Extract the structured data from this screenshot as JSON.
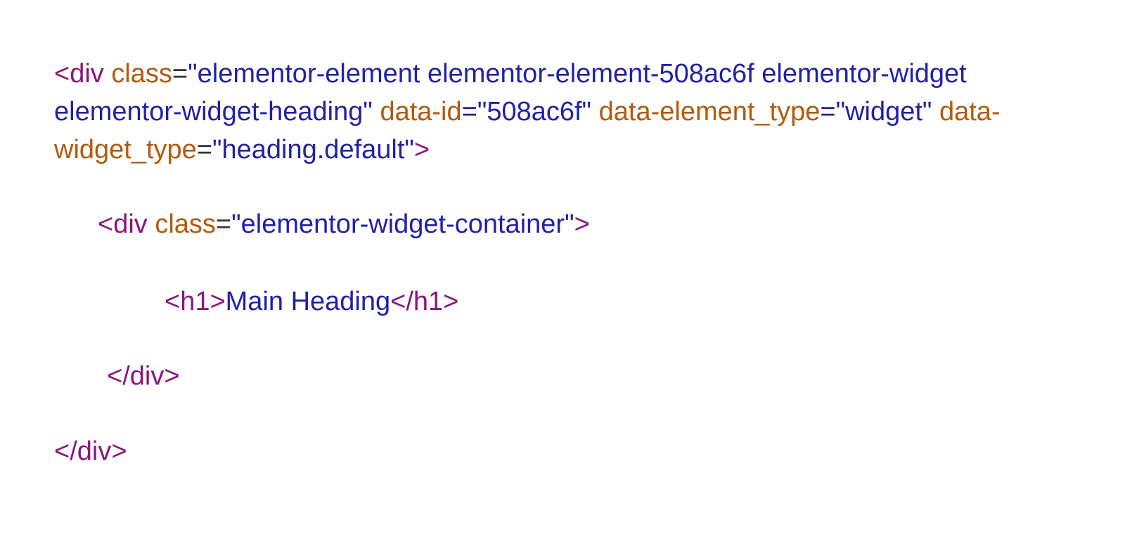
{
  "colors": {
    "tag": "#8a1680",
    "attribute": "#b35a0e",
    "equals": "#333333",
    "value": "#2121a8",
    "text": "#2121a8",
    "background": "#ffffff"
  },
  "code": {
    "outer_open": {
      "tag_open": "<div",
      "attr1_name": "class",
      "attr1_eq": "=",
      "attr1_value": "\"elementor-element elementor-element-508ac6f elementor-widget elementor-widget-heading\"",
      "attr2_name": "data-id",
      "attr2_eq": "=",
      "attr2_value": "\"508ac6f\"",
      "attr3_name": "data-element_type",
      "attr3_eq": "=",
      "attr3_value": "\"widget\"",
      "attr4_name": "data-widget_type",
      "attr4_eq": "=",
      "attr4_value": "\"heading.default\"",
      "tag_end": ">"
    },
    "inner_open": {
      "tag_open": "<div",
      "attr_name": "class",
      "attr_eq": "=",
      "attr_value": "\"elementor-widget-container\"",
      "tag_end": ">"
    },
    "heading": {
      "open": "<h1>",
      "text": "Main Heading",
      "close": "</h1>"
    },
    "inner_close": "</div>",
    "outer_close": "</div>"
  }
}
